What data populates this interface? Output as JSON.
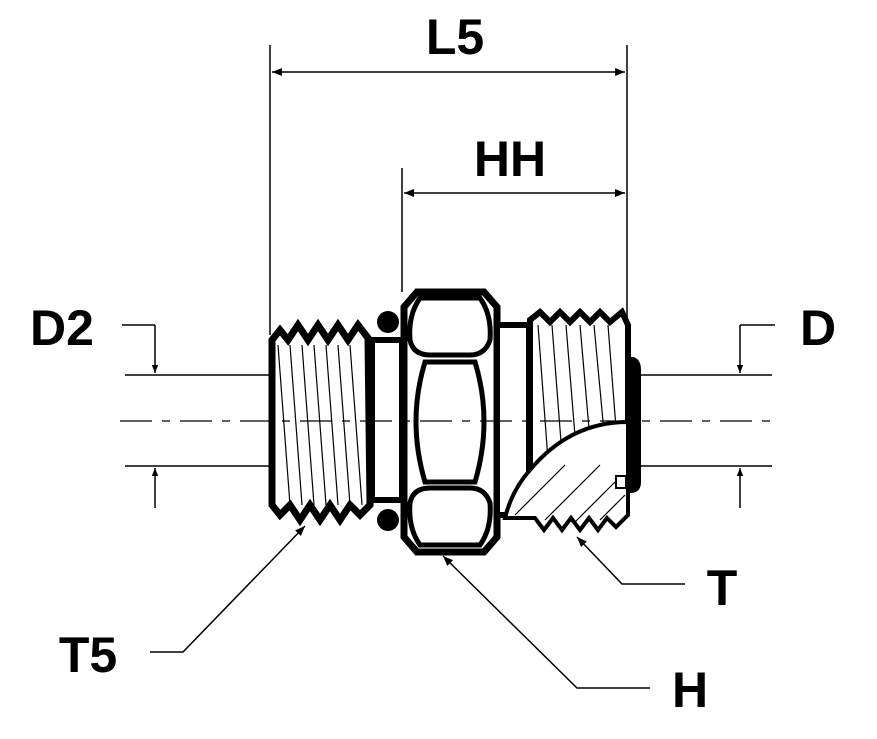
{
  "diagram": {
    "dimensions": {
      "overall_length": "L5",
      "hex_length": "HH",
      "left_diameter": "D2",
      "right_diameter": "D"
    },
    "callouts": {
      "left_thread": "T5",
      "hex": "H",
      "right_thread": "T"
    }
  }
}
